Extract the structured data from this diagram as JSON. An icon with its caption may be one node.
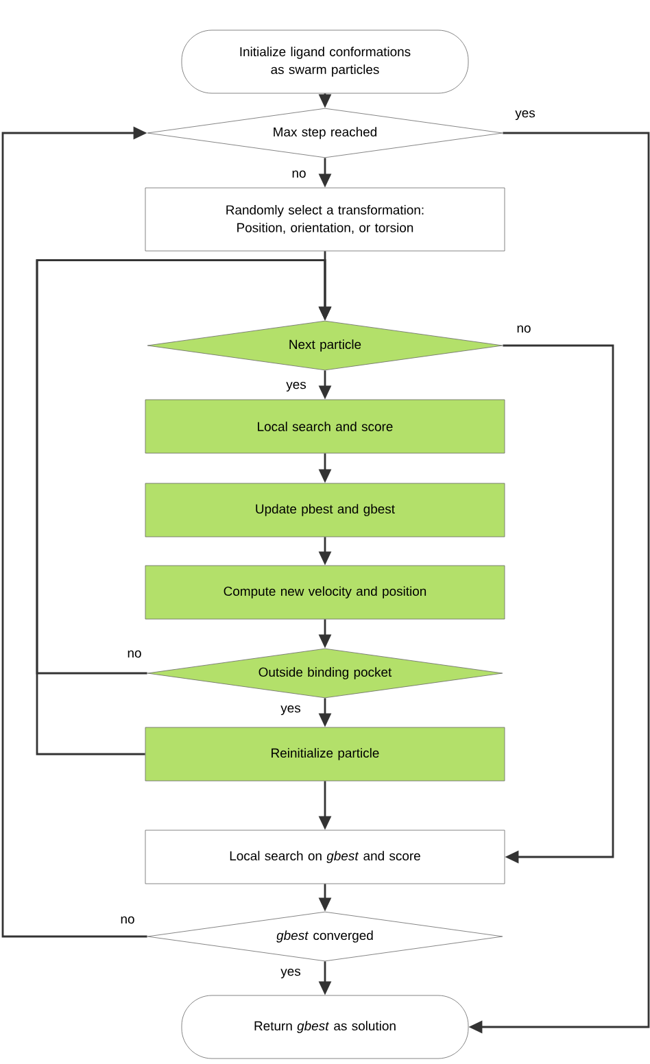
{
  "diagram": {
    "nodes": [
      {
        "text": [
          "Initialize ligand conformations as swarm particles"
        ]
      },
      {
        "text": [
          "Max step reached"
        ]
      },
      {
        "text": [
          "Randomly select a transformation: Position, orientation, or torsion"
        ]
      },
      {
        "text": [
          "Next particle"
        ]
      },
      {
        "text": [
          "Local search and score"
        ]
      },
      {
        "text": [
          "Update pbest and gbest"
        ]
      },
      {
        "text": [
          "Compute new velocity and position"
        ]
      },
      {
        "text": [
          "Outside binding pocket"
        ]
      },
      {
        "text": [
          "Reinitialize particle"
        ]
      },
      {
        "text": [
          "Local search on *gbest* and score"
        ]
      },
      {
        "text": [
          "*gbest* converged"
        ]
      },
      {
        "text": [
          "Return *gbest* as solution"
        ]
      }
    ],
    "edges": [
      {
        "from": 0,
        "to": 1,
        "arrow": "to"
      },
      {
        "from": 1,
        "to": 2,
        "arrow": "to",
        "label": "no"
      },
      {
        "from": 1,
        "to": 11,
        "arrow": "to",
        "label": "yes"
      },
      {
        "from": 2,
        "to": 3,
        "arrow": "to"
      },
      {
        "from": 3,
        "to": 4,
        "arrow": "to",
        "label": "yes"
      },
      {
        "from": 4,
        "to": 5,
        "arrow": "to"
      },
      {
        "from": 5,
        "to": 6,
        "arrow": "to"
      },
      {
        "from": 6,
        "to": 7,
        "arrow": "to"
      },
      {
        "from": 7,
        "to": 8,
        "arrow": "to",
        "label": "yes"
      },
      {
        "from": 7,
        "to": 3,
        "arrow": "to",
        "label": "no"
      },
      {
        "from": 8,
        "to": 3,
        "arrow": "to"
      },
      {
        "from": 8,
        "to": 9,
        "arrow": "to"
      },
      {
        "from": 3,
        "to": 9,
        "arrow": "to",
        "label": "no"
      },
      {
        "from": 9,
        "to": 10,
        "arrow": "to"
      },
      {
        "from": 10,
        "to": 1,
        "arrow": "to",
        "label": "no"
      },
      {
        "from": 10,
        "to": 11,
        "arrow": "to",
        "label": "yes"
      }
    ]
  }
}
